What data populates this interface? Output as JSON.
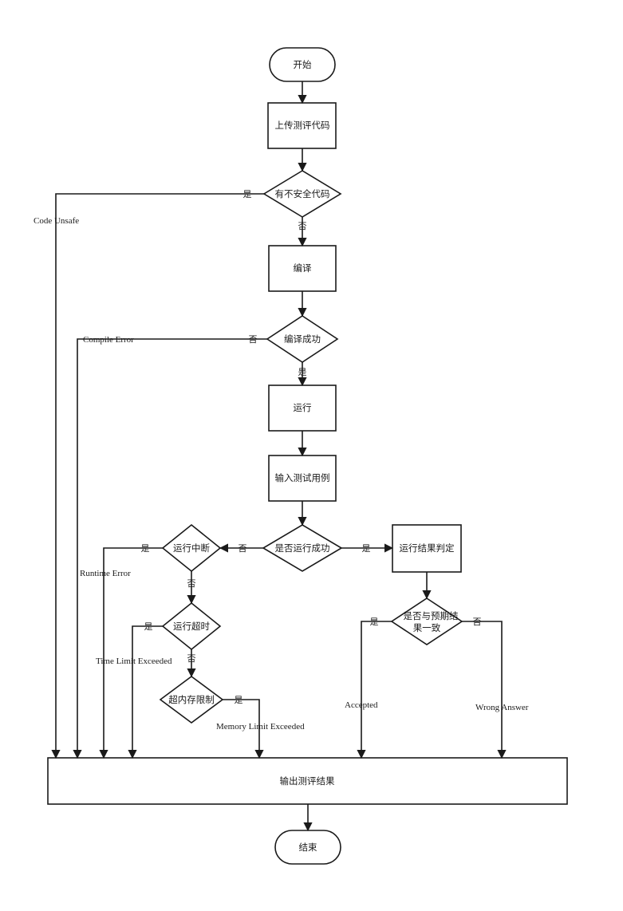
{
  "nodes": {
    "start": "开始",
    "upload": "上传测评代码",
    "unsafe_check": "有不安全代码",
    "compile": "编译",
    "compile_ok": "编译成功",
    "run": "运行",
    "input_tests": "输入测试用例",
    "run_ok": "是否运行成功",
    "run_interrupted": "运行中断",
    "run_timeout": "运行超时",
    "memory_limit": "超内存限制",
    "judge": "运行结果判定",
    "match_expected_line1": "是否与预期结",
    "match_expected_line2": "果一致",
    "output": "输出测评结果",
    "end": "结束"
  },
  "conditions": {
    "yes": "是",
    "no": "否"
  },
  "results": {
    "code_unsafe": "Code Unsafe",
    "compile_error": "Compile Error",
    "runtime_error": "Runtime Error",
    "time_limit": "Time Limit Exceeded",
    "memory_limit": "Memory Limit Exceeded",
    "accepted": "Accepted",
    "wrong_answer": "Wrong Answer"
  }
}
